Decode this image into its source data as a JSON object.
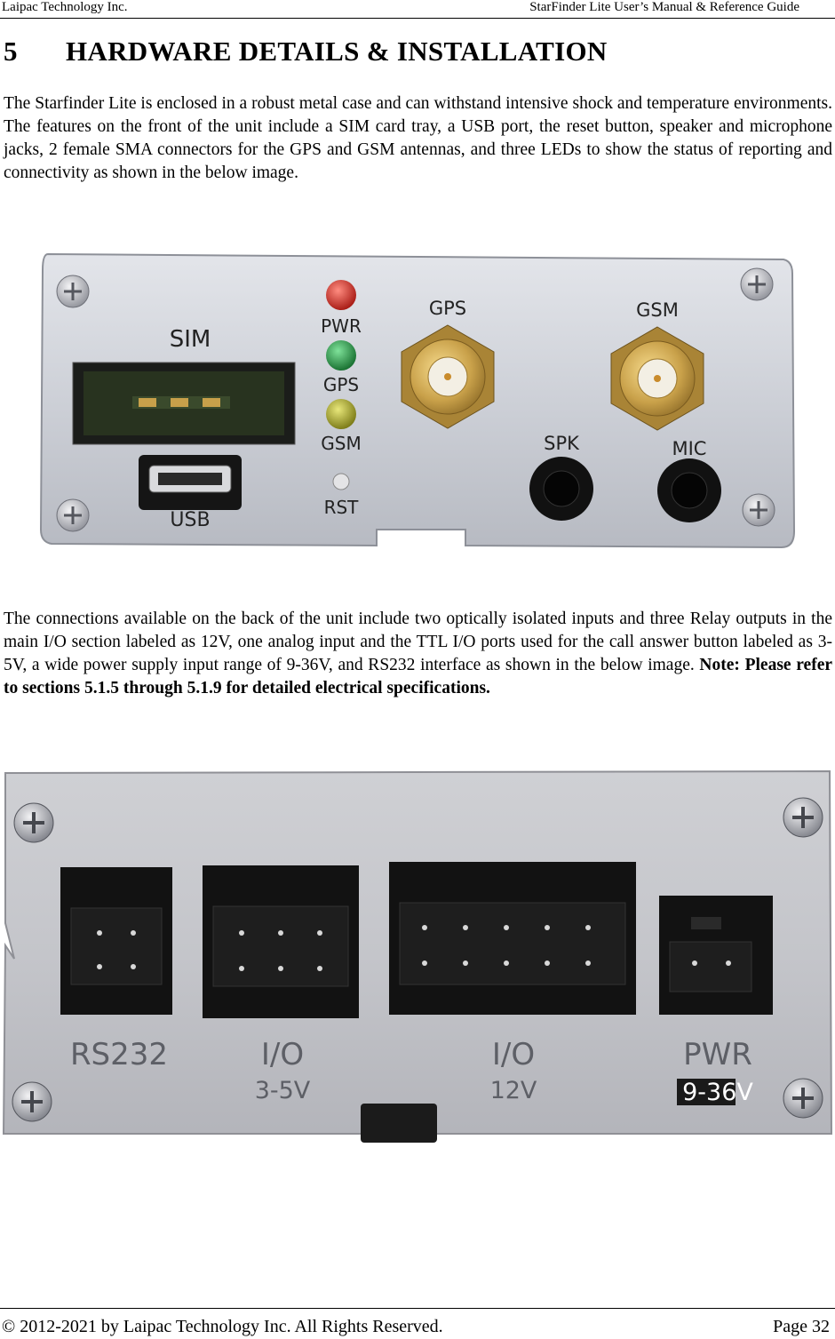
{
  "header": {
    "left": "Laipac Technology Inc.",
    "right": "StarFinder Lite User’s Manual & Reference Guide"
  },
  "section": {
    "number": "5",
    "title": "HARDWARE DETAILS & INSTALLATION"
  },
  "paragraph1": "The Starfinder Lite is enclosed in a robust metal case and can withstand intensive shock and temperature environments.  The features on the front of the unit include a SIM card tray, a USB port, the reset button, speaker and microphone jacks, 2 female SMA connectors for the GPS and GSM antennas, and three LEDs to show the status of reporting and connectivity as shown in the below image.",
  "paragraph2": {
    "text": "The connections available on the back of the unit include two optically isolated inputs and three Relay outputs in the main I/O section labeled as 12V, one analog input and the TTL I/O ports used for the call answer button labeled as 3-5V, a wide power supply input range of 9-36V, and RS232 interface as shown in the below image.  ",
    "note": "Note: Please refer to sections 5.1.5 through 5.1.9 for detailed electrical specifications."
  },
  "front_panel": {
    "sim": "SIM",
    "usb": "USB",
    "pwr": "PWR",
    "gps_led": "GPS",
    "gsm_led": "GSM",
    "rst": "RST",
    "gps_ant": "GPS",
    "gsm_ant": "GSM",
    "spk": "SPK",
    "mic": "MIC",
    "colors": {
      "panel": "#cfd2d8",
      "pwr_led": "#c0201a",
      "gps_led": "#1f8a3a",
      "gsm_led": "#a9a81e",
      "sma_gold": "#caa24a"
    }
  },
  "back_panel": {
    "rs232": "RS232",
    "io1": "I/O",
    "io1_sub": "3-5V",
    "io2": "I/O",
    "io2_sub": "12V",
    "pwr": "PWR",
    "pwr_sub": "9-36V"
  },
  "footer": {
    "left": "© 2012-2021 by Laipac Technology Inc. All Rights Reserved.",
    "right": "Page 32"
  }
}
